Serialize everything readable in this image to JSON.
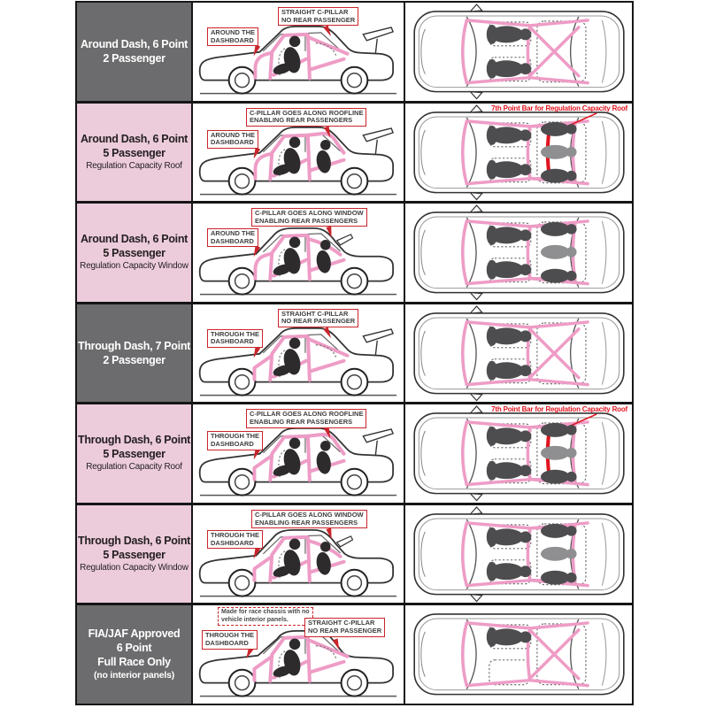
{
  "colors": {
    "row_gray_bg": "#6c6c6e",
    "row_pink_bg": "#eccbdb",
    "cage_pink": "#ee9cc6",
    "callout_red": "#c9252b",
    "regulation_red": "#e0141f",
    "border_black": "#161616"
  },
  "rows": [
    {
      "name": "around-dash-6-point-2-passenger",
      "bg": "gray",
      "title_lines": [
        "Around Dash, 6 Point",
        "2 Passenger"
      ],
      "subtitle": "",
      "dash_callout": [
        "AROUND THE",
        "DASHBOARD"
      ],
      "cpillar_callout": [
        "STRAIGHT C-PILLAR",
        "NO REAR PASSENGER"
      ],
      "race_note": [],
      "top_note": "",
      "art": {
        "car": "wing-sedan",
        "dash": "around",
        "cpillar": "straight",
        "front_passengers": 2,
        "rear_passengers": 0,
        "seventh_bar": false
      }
    },
    {
      "name": "around-dash-6-point-5-passenger-roof",
      "bg": "pink",
      "title_lines": [
        "Around Dash, 6 Point",
        "5 Passenger"
      ],
      "subtitle": "Regulation Capacity Roof",
      "dash_callout": [
        "AROUND THE",
        "DASHBOARD"
      ],
      "cpillar_callout": [
        "C-PILLAR GOES ALONG ROOFLINE",
        "ENABLING REAR PASSENGERS"
      ],
      "race_note": [],
      "top_note": "7th Point Bar for Regulation Capacity Roof",
      "art": {
        "car": "wing-sedan",
        "dash": "around",
        "cpillar": "roofline",
        "front_passengers": 2,
        "rear_passengers": 3,
        "seventh_bar": true
      }
    },
    {
      "name": "around-dash-6-point-5-passenger-window",
      "bg": "pink",
      "title_lines": [
        "Around Dash, 6 Point",
        "5 Passenger"
      ],
      "subtitle": "Regulation Capacity Window",
      "dash_callout": [
        "AROUND THE",
        "DASHBOARD"
      ],
      "cpillar_callout": [
        "C-PILLAR GOES ALONG WINDOW",
        "ENABLING REAR PASSENGERS"
      ],
      "race_note": [],
      "top_note": "",
      "art": {
        "car": "hatch",
        "dash": "around",
        "cpillar": "window",
        "front_passengers": 2,
        "rear_passengers": 3,
        "seventh_bar": false
      }
    },
    {
      "name": "through-dash-7-point-2-passenger",
      "bg": "gray",
      "title_lines": [
        "Through Dash, 7 Point",
        "2 Passenger"
      ],
      "subtitle": "",
      "dash_callout": [
        "THROUGH THE",
        "DASHBOARD"
      ],
      "cpillar_callout": [
        "STRAIGHT C-PILLAR",
        "NO REAR PASSENGER"
      ],
      "race_note": [],
      "top_note": "",
      "art": {
        "car": "wing-sedan",
        "dash": "through",
        "cpillar": "straight",
        "front_passengers": 2,
        "rear_passengers": 0,
        "seventh_bar": false
      }
    },
    {
      "name": "through-dash-6-point-5-passenger-roof",
      "bg": "pink",
      "title_lines": [
        "Through Dash, 6 Point",
        "5 Passenger"
      ],
      "subtitle": "Regulation Capacity Roof",
      "dash_callout": [
        "THROUGH THE",
        "DASHBOARD"
      ],
      "cpillar_callout": [
        "C-PILLAR GOES ALONG ROOFLINE",
        "ENABLING REAR PASSENGERS"
      ],
      "race_note": [],
      "top_note": "7th Point Bar for Regulation Capacity Roof",
      "art": {
        "car": "wing-sedan",
        "dash": "through",
        "cpillar": "roofline",
        "front_passengers": 2,
        "rear_passengers": 3,
        "seventh_bar": true
      }
    },
    {
      "name": "through-dash-6-point-5-passenger-window",
      "bg": "pink",
      "title_lines": [
        "Through Dash, 6 Point",
        "5 Passenger"
      ],
      "subtitle": "Regulation Capacity Window",
      "dash_callout": [
        "THROUGH THE",
        "DASHBOARD"
      ],
      "cpillar_callout": [
        "C-PILLAR GOES ALONG WINDOW",
        "ENABLING REAR PASSENGERS"
      ],
      "race_note": [],
      "top_note": "",
      "art": {
        "car": "hatch",
        "dash": "through",
        "cpillar": "window",
        "front_passengers": 2,
        "rear_passengers": 3,
        "seventh_bar": false
      }
    },
    {
      "name": "fia-jaf-approved-6-point-full-race",
      "bg": "gray",
      "title_lines": [
        "FIA/JAF Approved",
        "6 Point",
        "Full Race Only"
      ],
      "subtitle": "(no interior panels)",
      "dash_callout": [
        "THROUGH THE",
        "DASHBOARD"
      ],
      "cpillar_callout": [
        "STRAIGHT C-PILLAR",
        "NO REAR PASSENGER"
      ],
      "race_note": [
        "Made for race chassis with no",
        "vehicle interior panels."
      ],
      "top_note": "",
      "art": {
        "car": "coupe",
        "dash": "through",
        "cpillar": "straight",
        "front_passengers": 1,
        "rear_passengers": 0,
        "seventh_bar": false
      }
    }
  ]
}
